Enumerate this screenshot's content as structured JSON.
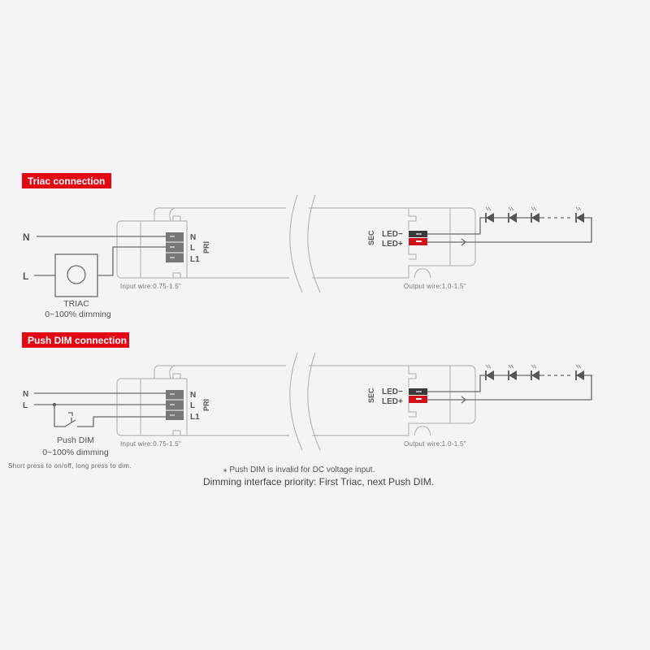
{
  "colors": {
    "accent": "#e30613",
    "wire": "#6a6a6a",
    "background": "#f4f4f4"
  },
  "triac_section": {
    "title": "Triac connection",
    "input_labels": {
      "n": "N",
      "l": "L"
    },
    "dimmer_name": "TRIAC",
    "dimmer_range": "0~100% dimming"
  },
  "push_section": {
    "title": "Push DIM connection",
    "input_labels": {
      "n": "N",
      "l": "L"
    },
    "dimmer_name": "Push DIM",
    "dimmer_range": "0~100% dimming",
    "hint": "Short press to on/off, long press to dim."
  },
  "driver": {
    "pri_label": "PRI",
    "pri_terminals": [
      "N",
      "L",
      "L1"
    ],
    "sec_label": "SEC",
    "sec_terminals": [
      "LED−",
      "LED+"
    ],
    "input_wire": "Input wire:0.75-1.5\"",
    "output_wire": "Output wire:1.0-1.5\""
  },
  "notes": {
    "push_dim_note": "⁎ Push DIM is invalid for DC voltage input.",
    "priority": "Dimming interface priority: First Triac, next Push DIM."
  }
}
